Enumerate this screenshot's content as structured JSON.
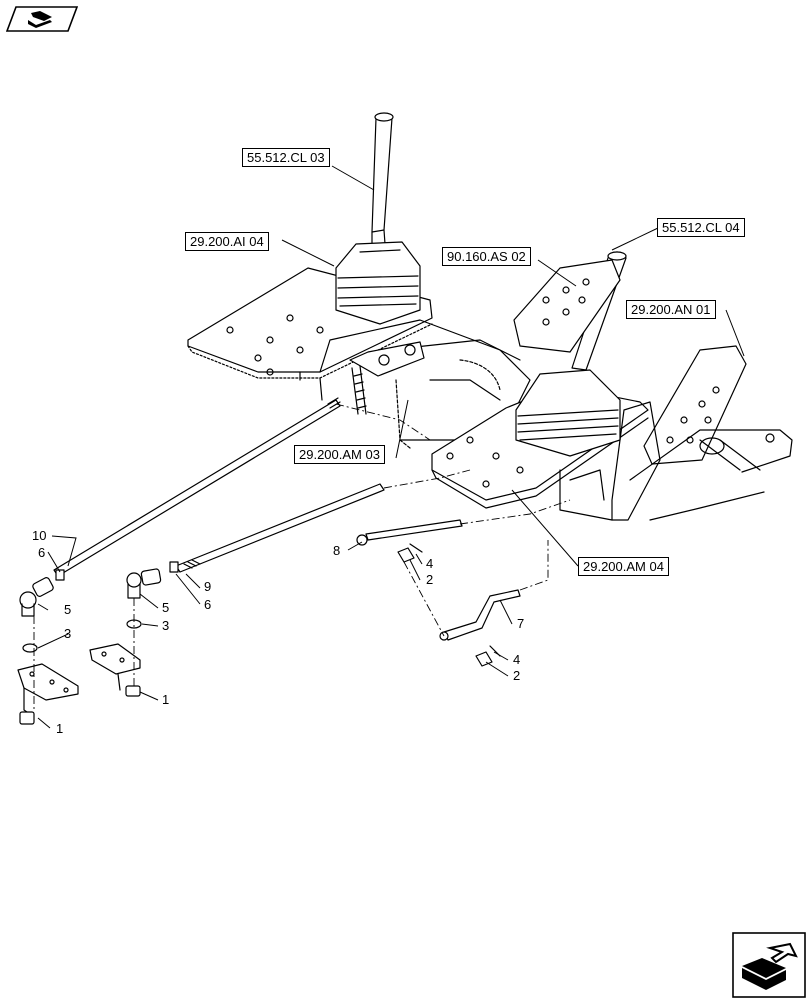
{
  "references": {
    "r1": "55.512.CL 03",
    "r2": "29.200.AI 04",
    "r3": "90.160.AS 02",
    "r4": "55.512.CL 04",
    "r5": "29.200.AN 01",
    "r6": "29.200.AM 03",
    "r7": "29.200.AM 04"
  },
  "callouts": {
    "c10": "10",
    "c6a": "6",
    "c5a": "5",
    "c3a": "3",
    "c1a": "1",
    "c5b": "5",
    "c3b": "3",
    "c1b": "1",
    "c9": "9",
    "c6b": "6",
    "c8": "8",
    "c4a": "4",
    "c2a": "2",
    "c7": "7",
    "c4b": "4",
    "c2b": "2"
  },
  "icons": {
    "top_left": "page-nav-icon",
    "bottom_right": "next-page-arrow-icon"
  }
}
